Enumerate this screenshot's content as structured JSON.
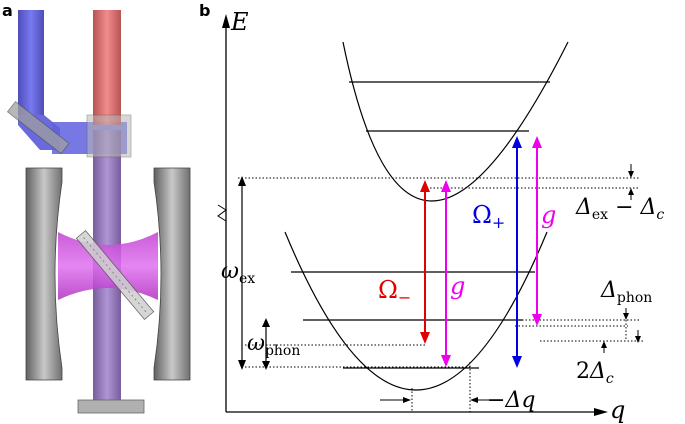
{
  "panel_a": {
    "label": "a"
  },
  "panel_b": {
    "label": "b",
    "axis_y": "E",
    "axis_x": "q",
    "omega_ex": {
      "sym": "ω",
      "sub": "ex"
    },
    "omega_phon": {
      "sym": "ω",
      "sub": "phon"
    },
    "omega_minus": {
      "sym": "Ω",
      "sub": "−"
    },
    "omega_plus": {
      "sym": "Ω",
      "sub": "+"
    },
    "g_label": "g",
    "delta_ex_minus_c": {
      "d1": "Δ",
      "s1": "ex",
      "minus": " − ",
      "d2": "Δ",
      "s2": "c"
    },
    "delta_phon": {
      "d": "Δ",
      "s": "phon"
    },
    "two_delta_c": {
      "pre": "2",
      "d": "Δ",
      "s": "c"
    },
    "minus_delta_q": "−Δq"
  },
  "colors": {
    "red_beam": "#e00000",
    "blue_beam": "#0000e0",
    "magenta": "#ee00ee",
    "cavity_mode": "#b030c0"
  }
}
